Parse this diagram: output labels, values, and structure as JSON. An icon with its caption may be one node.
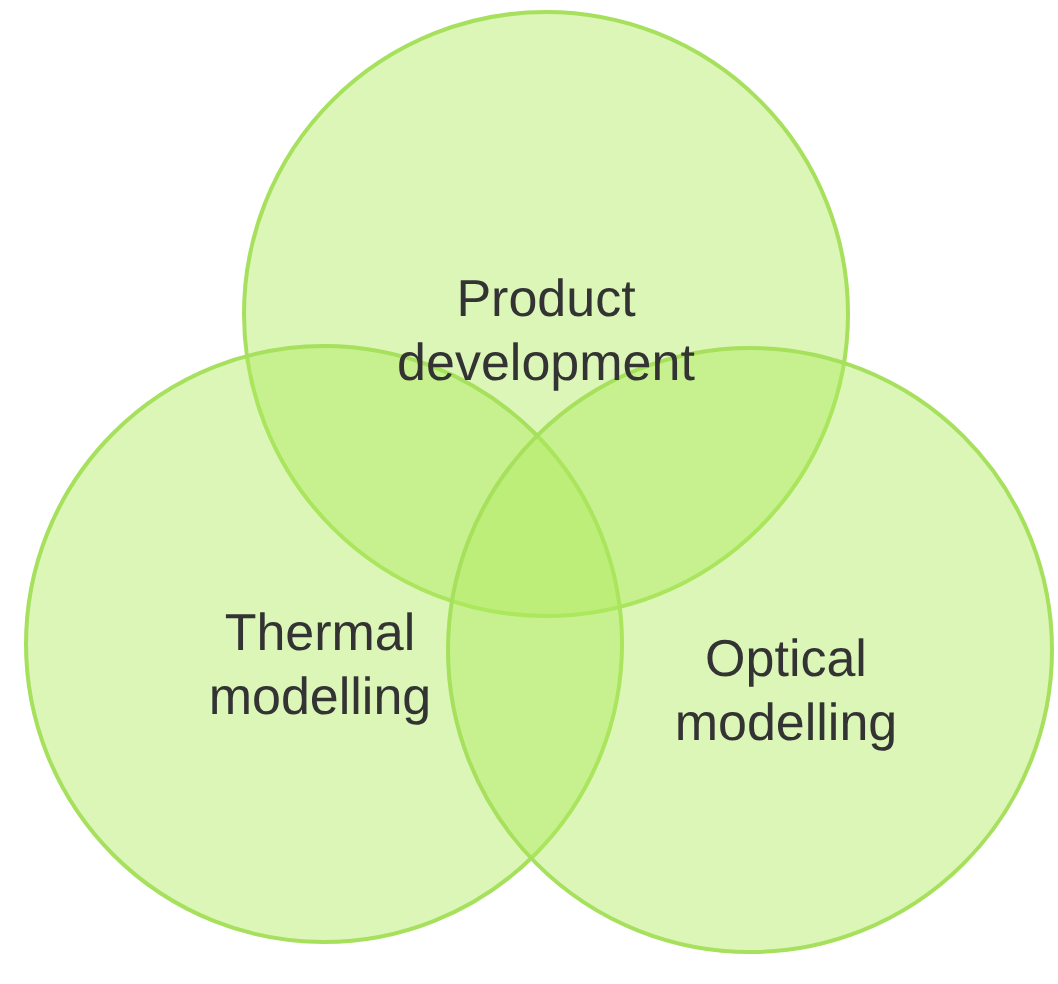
{
  "diagram": {
    "nodes": [
      {
        "text": [
          "Product development"
        ]
      },
      {
        "text": [
          "Thermal modelling"
        ]
      },
      {
        "text": [
          "Optical modelling"
        ]
      }
    ]
  }
}
